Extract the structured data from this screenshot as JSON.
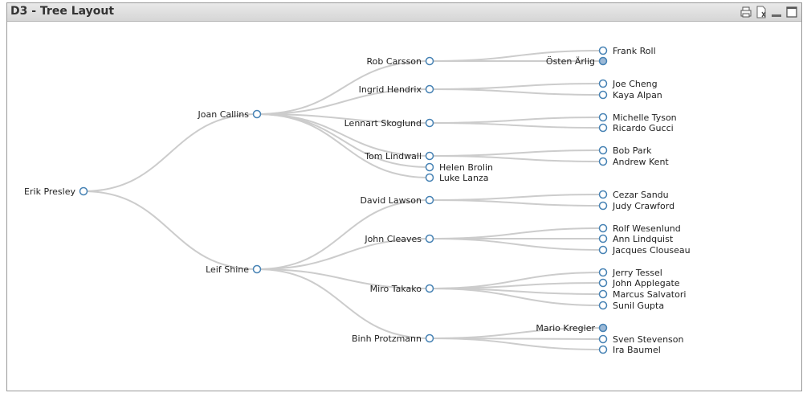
{
  "window": {
    "title": "D3 - Tree Layout",
    "icons": [
      "print-icon",
      "excel-export-icon",
      "minimize-icon",
      "maximize-icon"
    ]
  },
  "colors": {
    "link": "#cccccc",
    "node_stroke": "#4682b4",
    "collapsed_fill": "#9bb8d6",
    "leaf_fill": "#ffffff"
  },
  "tree": {
    "name": "Erik Presley",
    "children": [
      {
        "name": "Joan Callins",
        "children": [
          {
            "name": "Rob Carsson",
            "children": [
              {
                "name": "Frank Roll"
              },
              {
                "name": "Östen Ärlig",
                "collapsed": true
              }
            ]
          },
          {
            "name": "Ingrid Hendrix",
            "children": [
              {
                "name": "Joe Cheng"
              },
              {
                "name": "Kaya Alpan"
              }
            ]
          },
          {
            "name": "Lennart Skoglund",
            "children": [
              {
                "name": "Michelle Tyson"
              },
              {
                "name": "Ricardo Gucci"
              }
            ]
          },
          {
            "name": "Tom Lindwall",
            "children": [
              {
                "name": "Bob Park"
              },
              {
                "name": "Andrew Kent"
              }
            ]
          },
          {
            "name": "Helen Brolin"
          },
          {
            "name": "Luke Lanza"
          }
        ]
      },
      {
        "name": "Leif Shine",
        "children": [
          {
            "name": "David Lawson",
            "children": [
              {
                "name": "Cezar Sandu"
              },
              {
                "name": "Judy Crawford"
              }
            ]
          },
          {
            "name": "John Cleaves",
            "children": [
              {
                "name": "Rolf Wesenlund"
              },
              {
                "name": "Ann Lindquist"
              },
              {
                "name": "Jacques Clouseau"
              }
            ]
          },
          {
            "name": "Miro Takako",
            "children": [
              {
                "name": "Jerry Tessel"
              },
              {
                "name": "John Applegate"
              },
              {
                "name": "Marcus Salvatori"
              },
              {
                "name": "Sunil Gupta"
              }
            ]
          },
          {
            "name": "Binh Protzmann",
            "children": [
              {
                "name": "Mario Kregler",
                "collapsed": true
              },
              {
                "name": "Sven Stevenson"
              },
              {
                "name": "Ira Baumel"
              }
            ]
          }
        ]
      }
    ]
  }
}
